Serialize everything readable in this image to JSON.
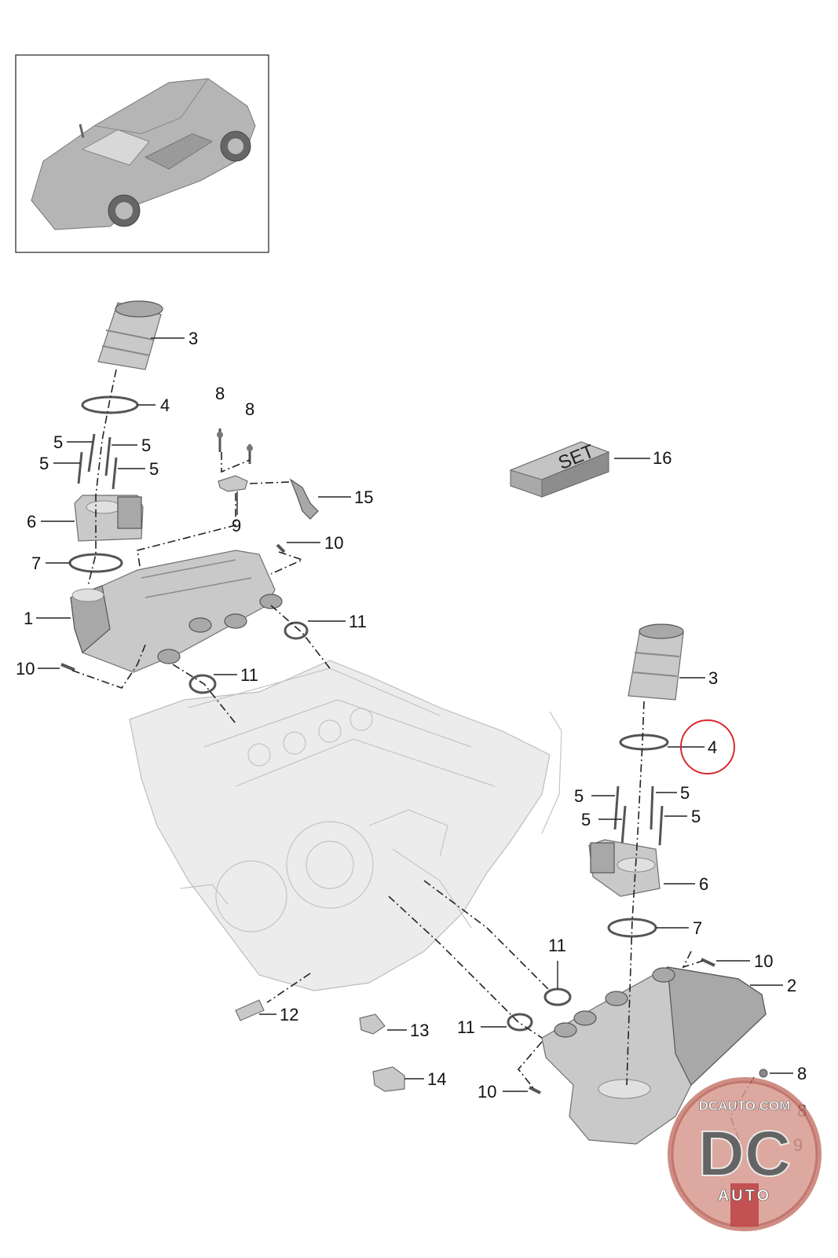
{
  "set_box": {
    "label": "SET"
  },
  "watermark": {
    "site": "DCAUTO.COM",
    "letters": "DC",
    "word": "AUTO"
  },
  "highlight_color": "#d9282f",
  "callouts": {
    "c1": "1",
    "c2": "2",
    "c3a": "3",
    "c3b": "3",
    "c4a": "4",
    "c4b": "4",
    "c5a": "5",
    "c5b": "5",
    "c5c": "5",
    "c5d": "5",
    "c5e": "5",
    "c5f": "5",
    "c5g": "5",
    "c5h": "5",
    "c6a": "6",
    "c6b": "6",
    "c7a": "7",
    "c7b": "7",
    "c8a": "8",
    "c8b": "8",
    "c8c": "8",
    "c8d": "8",
    "c9a": "9",
    "c9b": "9",
    "c10a": "10",
    "c10b": "10",
    "c10c": "10",
    "c10d": "10",
    "c11a": "11",
    "c11b": "11",
    "c11c": "11",
    "c11d": "11",
    "c12": "12",
    "c13": "13",
    "c14": "14",
    "c15": "15",
    "c16": "16"
  }
}
